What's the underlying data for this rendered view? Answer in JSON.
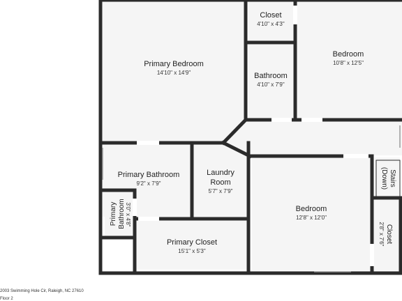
{
  "rooms": {
    "primary_bedroom": {
      "name": "Primary Bedroom",
      "dim": "14'10\" x 14'9\""
    },
    "closet_top": {
      "name": "Closet",
      "dim": "4'10\" x 4'3\""
    },
    "bathroom": {
      "name": "Bathroom",
      "dim": "4'10\" x 7'9\""
    },
    "bedroom_top": {
      "name": "Bedroom",
      "dim": "10'8\" x 12'5\""
    },
    "primary_bathroom": {
      "name": "Primary Bathroom",
      "dim": "9'2\" x 7'9\""
    },
    "laundry": {
      "name_line1": "Laundry",
      "name_line2": "Room",
      "dim": "5'7\" x 7'9\""
    },
    "primary_bathroom_small": {
      "name_line1": "Primary",
      "name_line2": "Bathroom",
      "dim": "3'0\" x 4'8\""
    },
    "primary_closet": {
      "name": "Primary Closet",
      "dim": "15'1\" x 5'3\""
    },
    "bedroom_bottom": {
      "name": "Bedroom",
      "dim": "12'8\" x 12'0\""
    },
    "stairs": {
      "name_line1": "Stairs",
      "name_line2": "(Down)"
    },
    "closet_right": {
      "name": "Closet",
      "dim": "2'8\" x 7'6\""
    }
  },
  "footer": {
    "address": "2003 Swimming Hole Cir, Raleigh, NC 27610",
    "floor": "Floor 2"
  }
}
